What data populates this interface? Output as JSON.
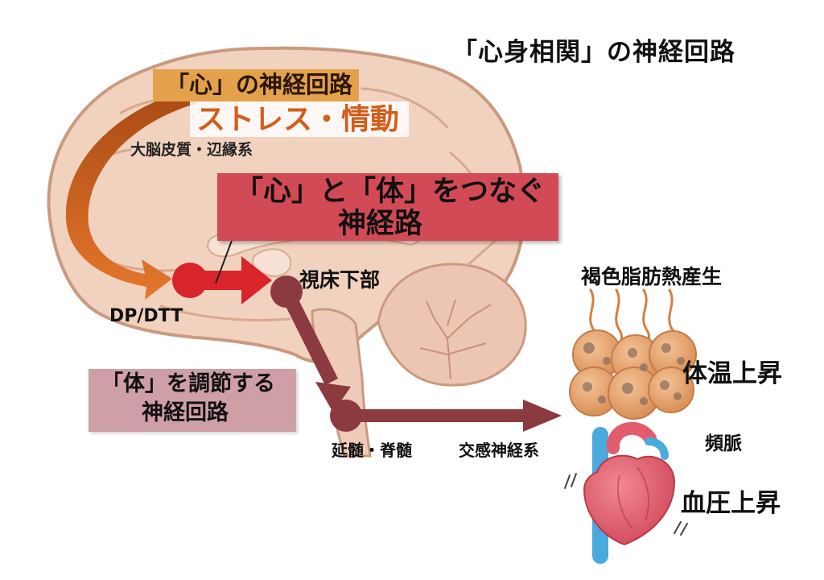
{
  "title": "「心身相関」の神経回路",
  "mind_circuit": {
    "label": "「心」の神経回路",
    "stress": "ストレス・情動",
    "region": "大脳皮質・辺縁系"
  },
  "link_box": {
    "line1": "「心」と「体」をつなぐ",
    "line2": "神経路"
  },
  "dp_label": "DP/DTT",
  "hypothalamus": "視床下部",
  "body_circuit": {
    "line1": "「体」を調節する",
    "line2": "神経回路"
  },
  "medulla": "延髄・脊髄",
  "sympathetic": "交感神経系",
  "effects": {
    "brown_fat": "褐色脂肪熱産生",
    "temperature": "体温上昇",
    "pulse": "頻脈",
    "blood_pressure": "血圧上昇"
  },
  "colors": {
    "brain_fill": "#f1d2bf",
    "brain_outline": "#c99a80",
    "mind_box": "#e2a14a",
    "stress_text": "#d35d1b",
    "link_box": "#d24a55",
    "body_box": "#cf9fa8",
    "pathway_arrow": "#8b3a3f",
    "dp_arrow": "#d9242c",
    "fat_cell": "#e3a170",
    "heart": "#e15d6c",
    "vessel": "#4aa9dd"
  }
}
